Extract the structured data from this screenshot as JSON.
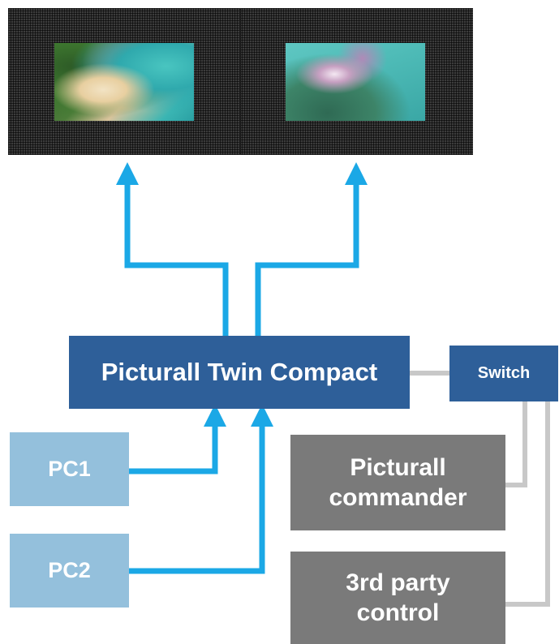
{
  "display": {
    "left_image": "tropical-beach-photo",
    "right_image": "dew-dandelion-photo"
  },
  "nodes": {
    "picturall": "Picturall Twin Compact",
    "switch": "Switch",
    "pc1": "PC1",
    "pc2": "PC2",
    "commander": "Picturall commander",
    "third_party": "3rd party control"
  },
  "colors": {
    "arrow": "#1ba8e6",
    "network_line": "#c8c8c8",
    "main_box": "#2e5f99",
    "source_box": "#94c0dc",
    "control_box": "#7a7a7a"
  }
}
